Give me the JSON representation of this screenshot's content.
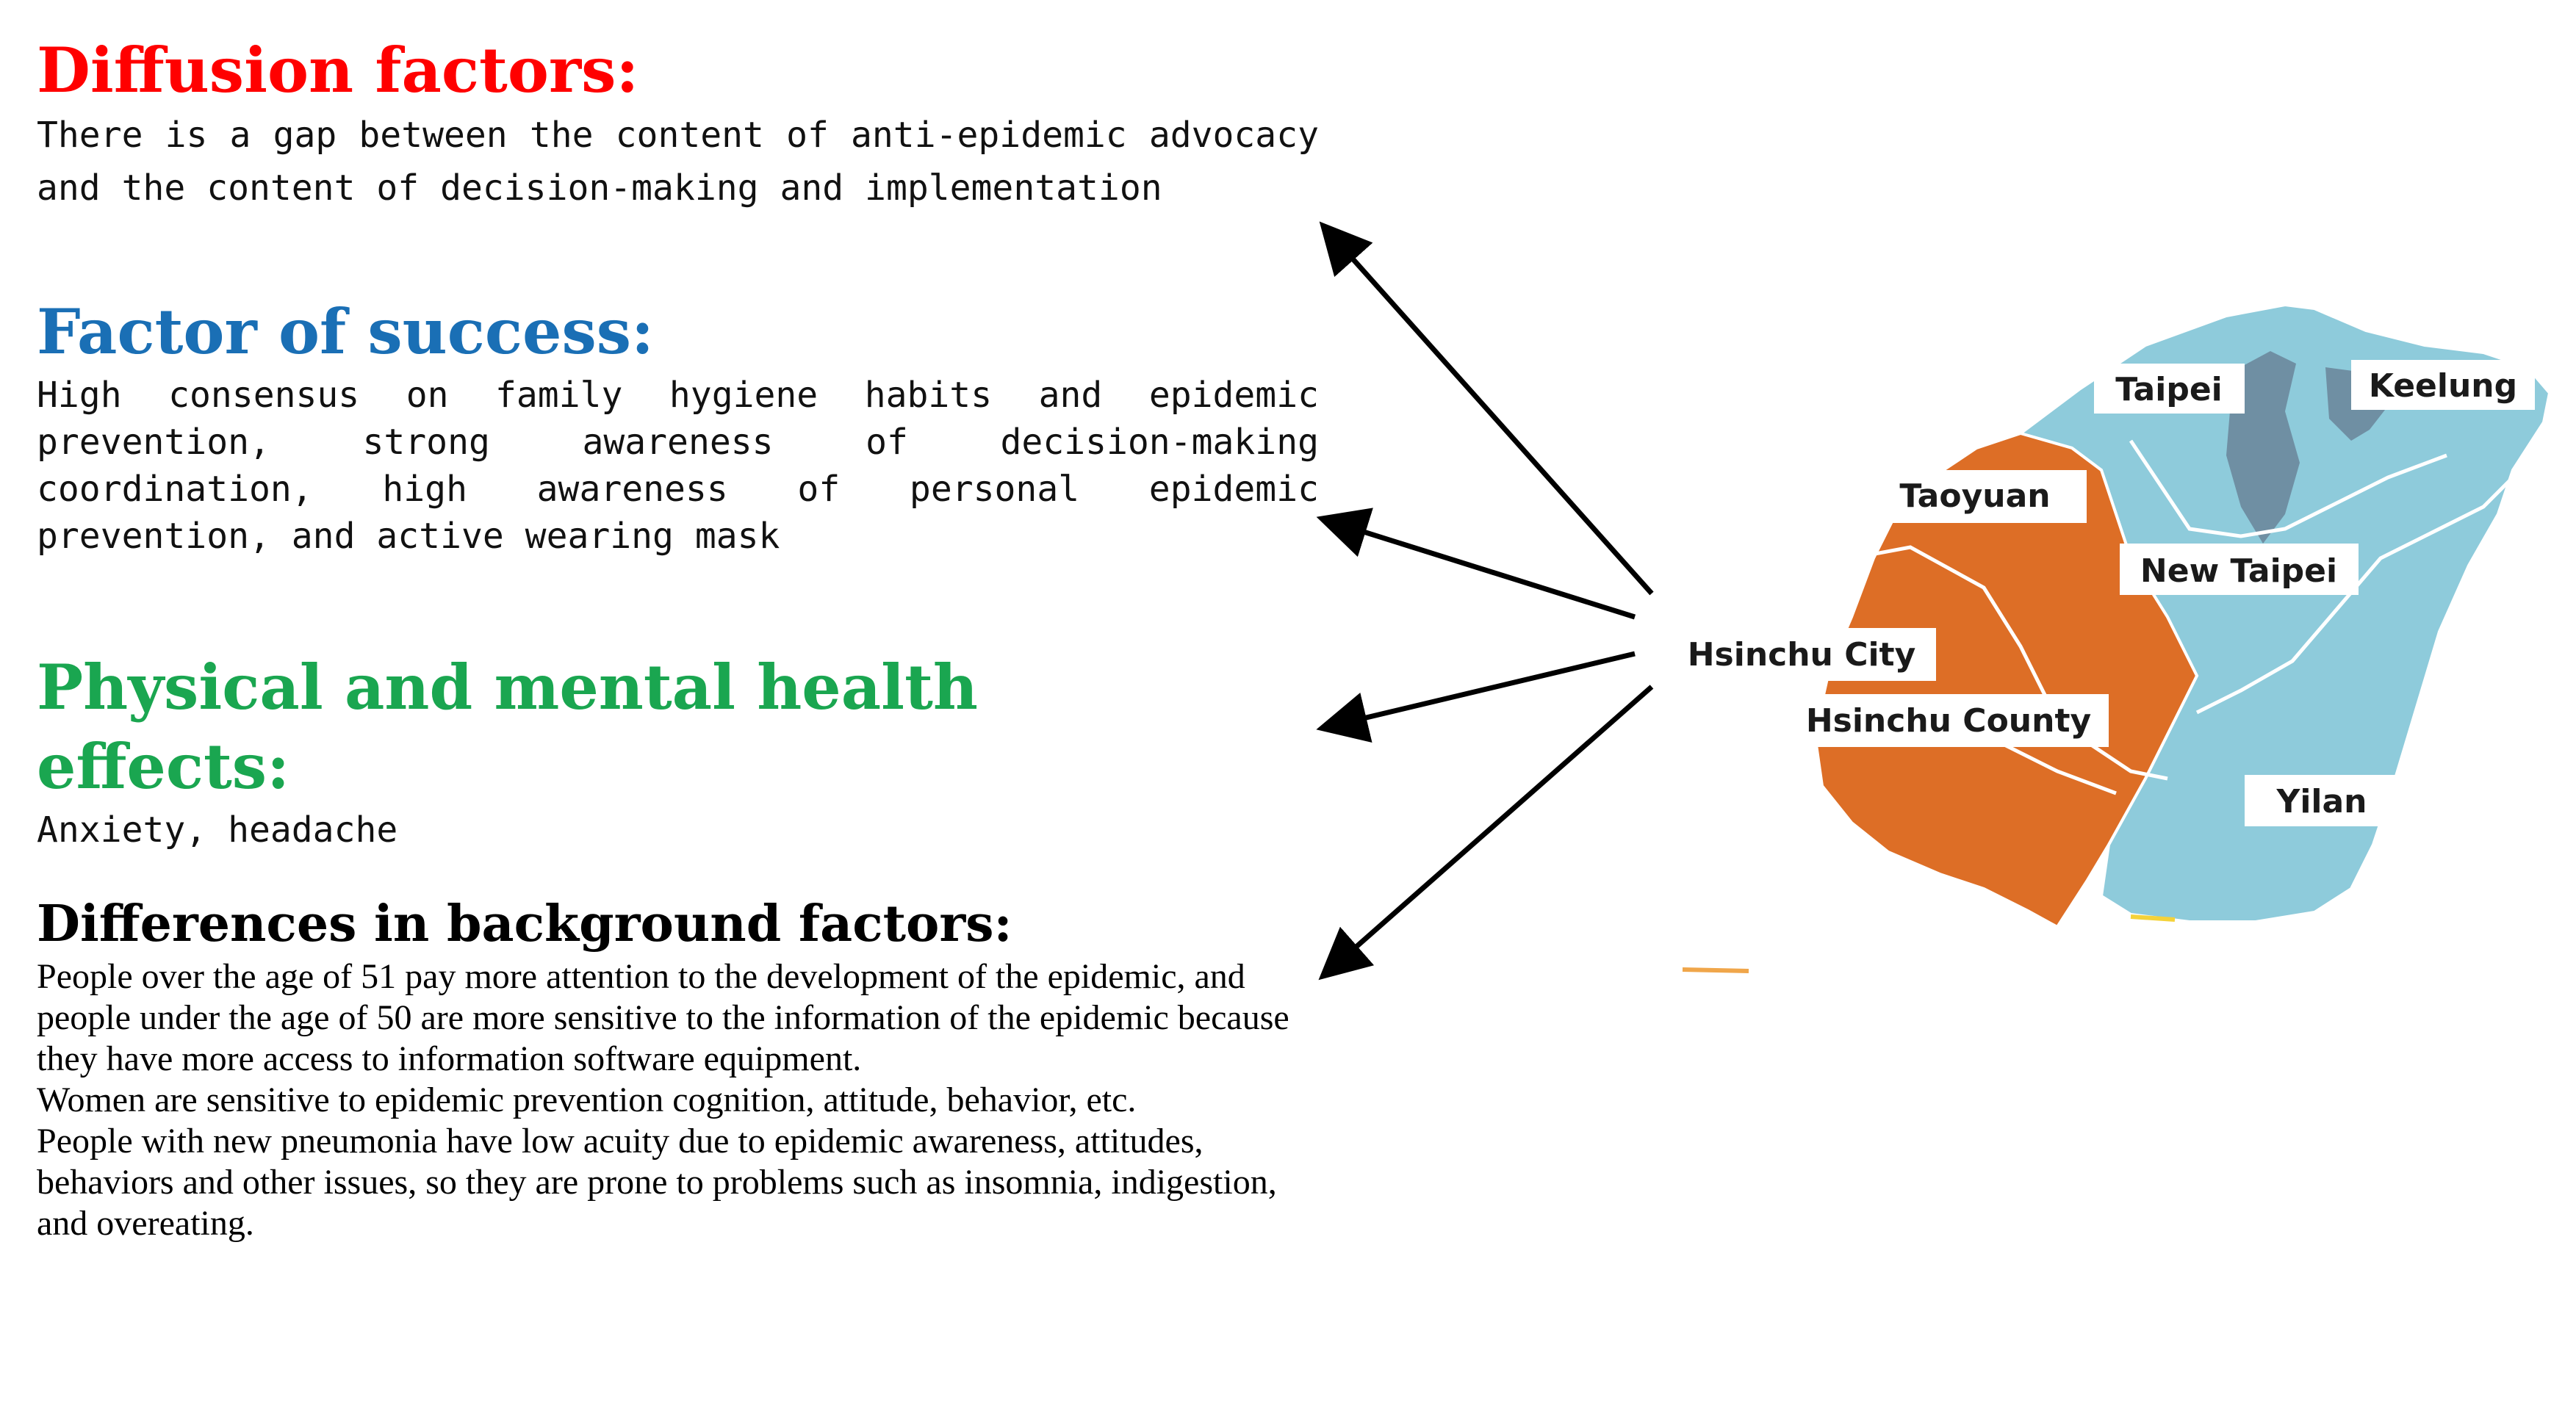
{
  "sections": {
    "diffusion": {
      "heading": "Diffusion factors:",
      "body": "There is a gap between the content of anti-epidemic advocacy and the content of decision-making and implementation",
      "color": "#ff0000"
    },
    "success": {
      "heading": "Factor of success:",
      "body": "High consensus on family hygiene habits and epidemic prevention, strong awareness of decision-making coordination, high awareness of personal epidemic prevention, and active wearing mask",
      "color": "#1a6fb5"
    },
    "health": {
      "heading_line1": "Physical and mental health",
      "heading_line2": "effects:",
      "body": "Anxiety, headache",
      "color": "#1aa650"
    },
    "background": {
      "heading": "Differences in background factors:",
      "paragraphs": [
        "People over the age of 51 pay more attention to the development of the epidemic, and people under the age of 50 are more sensitive to the information of the epidemic because they have more access to information software equipment.",
        "Women are sensitive to epidemic prevention cognition, attitude, behavior, etc.",
        "People with new pneumonia have low acuity due to epidemic awareness, attitudes, behaviors and other issues, so they are prone to problems such as insomnia, indigestion, and overeating."
      ],
      "color": "#000000"
    }
  },
  "map": {
    "regions": {
      "taipei": "Taipei",
      "keelung": "Keelung",
      "taoyuan": "Taoyuan",
      "new_taipei": "New Taipei",
      "hsinchu_city": "Hsinchu City",
      "hsinchu_county": "Hsinchu County",
      "yilan": "Yilan"
    },
    "colors": {
      "blue": "#8ecbdb",
      "orange": "#dd6e26",
      "dark_blue": "#6f8fa3",
      "outline": "#ffffff",
      "arrow": "#000000"
    }
  }
}
